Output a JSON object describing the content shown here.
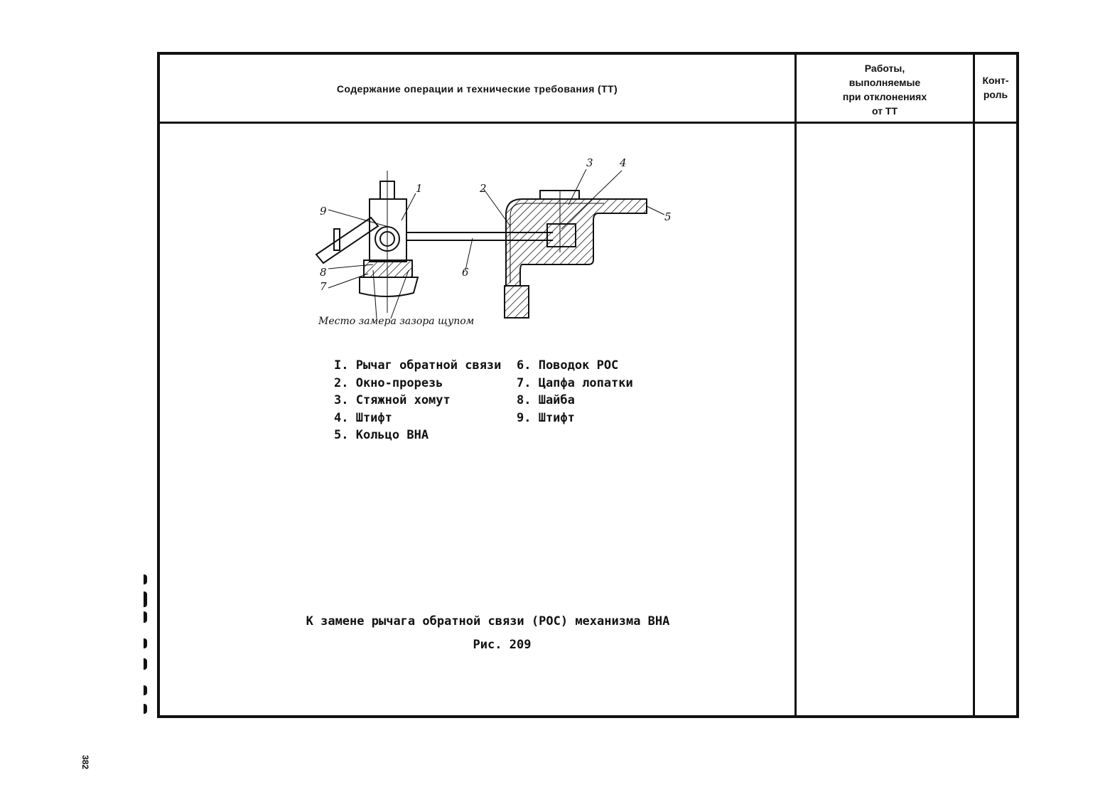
{
  "header": {
    "main": "Содержание операции и технические требования (ТТ)",
    "works": "Работы,\nвыполняемые\nпри отклонениях\nот ТТ",
    "control": "Конт-\nроль"
  },
  "figure": {
    "callouts": [
      "1",
      "2",
      "3",
      "4",
      "5",
      "6",
      "7",
      "8",
      "9"
    ],
    "measure_note": "Место замера зазора щупом"
  },
  "legend": {
    "left": [
      "I. Рычаг обратной связи",
      "2. Окно-прорезь",
      "3. Стяжной хомут",
      "4. Штифт",
      "5. Кольцо ВНА"
    ],
    "right": [
      "6. Поводок РОС",
      "7. Цапфа лопатки",
      "8. Шайба",
      "9. Штифт"
    ]
  },
  "caption": {
    "title": "К замене рычага обратной связи (РОС) механизма ВНА",
    "figure_no": "Рис. 209"
  },
  "page_number": "382"
}
